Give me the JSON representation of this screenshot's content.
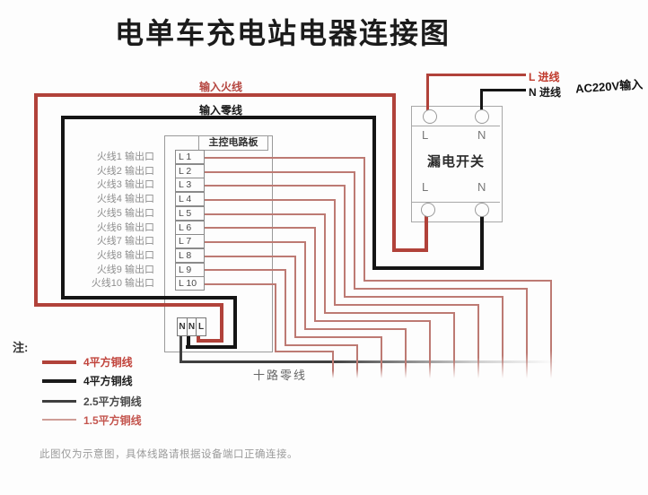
{
  "title": "电单车充电站电器连接图",
  "top_right": {
    "live_in_label": "L 进线",
    "neutral_in_label": "N 进线",
    "ac_label": "AC220V输入"
  },
  "wire_labels": {
    "input_live": "输入火线",
    "input_neutral": "输入零线",
    "ten_way_neutral": "十路零线"
  },
  "breaker": {
    "name": "漏电开关",
    "top_terminals": [
      "L",
      "N"
    ],
    "bottom_terminals": [
      "L",
      "N"
    ]
  },
  "board": {
    "name": "主控电路板",
    "terminals": [
      "L 1",
      "L 2",
      "L 3",
      "L 4",
      "L 5",
      "L 6",
      "L 7",
      "L 8",
      "L 9",
      "L 10"
    ],
    "output_labels": [
      "火线1 输出口",
      "火线2 输出口",
      "火线3 输出口",
      "火线4 输出口",
      "火线5 输出口",
      "火线6 输出口",
      "火线7 输出口",
      "火线8 输出口",
      "火线9 输出口",
      "火线10 输出口"
    ],
    "bottom_terminals": [
      "N",
      "N",
      "L"
    ]
  },
  "legend": {
    "heading": "注:",
    "items": [
      {
        "label": "4平方铜线",
        "line_color": "#b1423a",
        "text_color": "#c1443c",
        "thickness": 4
      },
      {
        "label": "4平方铜线",
        "line_color": "#1a1a1a",
        "text_color": "#1e1e1e",
        "thickness": 4
      },
      {
        "label": "2.5平方铜线",
        "line_color": "#3f3f3f",
        "text_color": "#4a4a4a",
        "thickness": 2.5
      },
      {
        "label": "1.5平方铜线",
        "line_color": "#cf9d97",
        "text_color": "#c4554e",
        "thickness": 1.5
      }
    ]
  },
  "footnote": "此图仅为示意图，具体线路请根据设备端口正确连接。",
  "colors": {
    "thick_red": "#b1423a",
    "thin_red": "#bd7a73",
    "black": "#151515",
    "gray_wire": "#3f3f3f",
    "red_text": "#c0392b",
    "outline_gray": "#9a9a9a"
  }
}
